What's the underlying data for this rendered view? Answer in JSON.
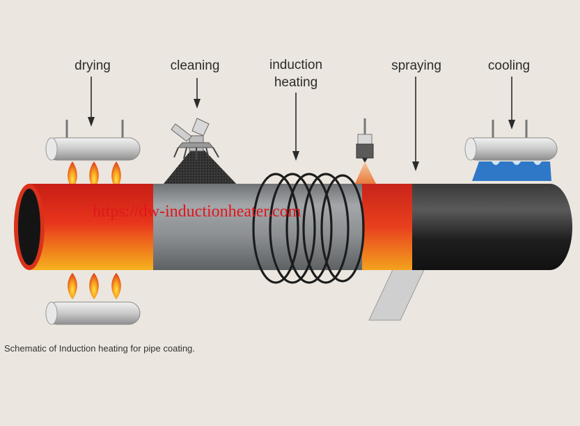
{
  "labels": {
    "drying": "drying",
    "cleaning": "cleaning",
    "induction_line1": "induction",
    "induction_line2": "heating",
    "spraying": "spraying",
    "cooling": "cooling"
  },
  "caption": "Schematic of Induction heating for pipe coating.",
  "watermark": "https://dw-inductionheater.com",
  "colors": {
    "pipe_gray": "#8e9194",
    "heated_red": "#e0301c",
    "coating_black": "#1c1c1c",
    "flame_orange": "#f39a1c",
    "coolant_blue": "#2f78c8"
  }
}
